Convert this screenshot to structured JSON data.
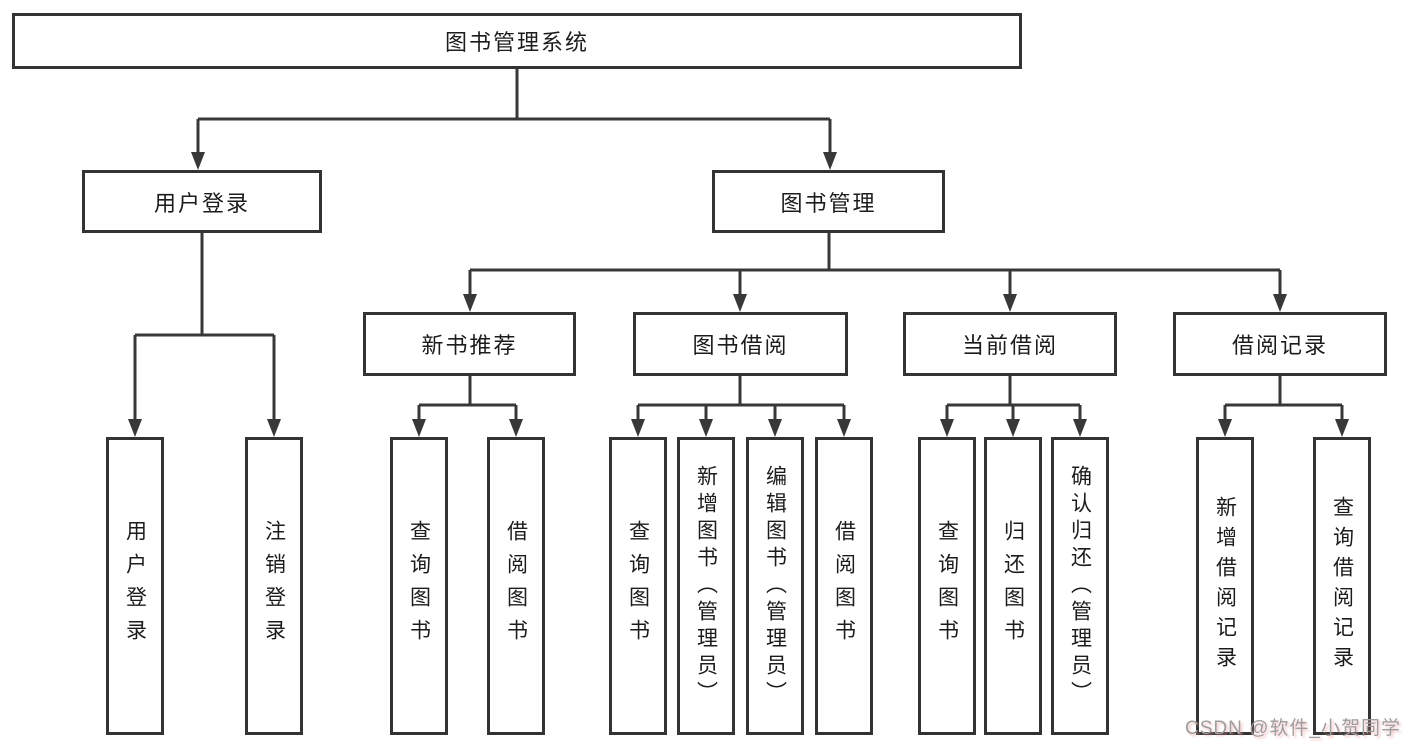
{
  "diagram": {
    "root": "图书管理系统",
    "level1": [
      {
        "label": "用户登录"
      },
      {
        "label": "图书管理"
      }
    ],
    "level2": [
      {
        "label": "新书推荐"
      },
      {
        "label": "图书借阅"
      },
      {
        "label": "当前借阅"
      },
      {
        "label": "借阅记录"
      }
    ],
    "leaves": {
      "user_login": [
        "用户登录",
        "注销登录"
      ],
      "new_book": [
        "查询图书",
        "借阅图书"
      ],
      "book_borrow": [
        "查询图书",
        "新增图书（管理员）",
        "编辑图书（管理员）",
        "借阅图书"
      ],
      "current_borrow": [
        "查询图书",
        "归还图书",
        "确认归还（管理员）"
      ],
      "borrow_record": [
        "新增借阅记录",
        "查询借阅记录"
      ]
    }
  },
  "watermark": "CSDN @软件_小贺同学",
  "colors": {
    "line": "#383838",
    "box_border": "#333333",
    "box_fill": "#ffffff",
    "text": "#1c1c1c",
    "watermark": "#9e9e9e"
  }
}
